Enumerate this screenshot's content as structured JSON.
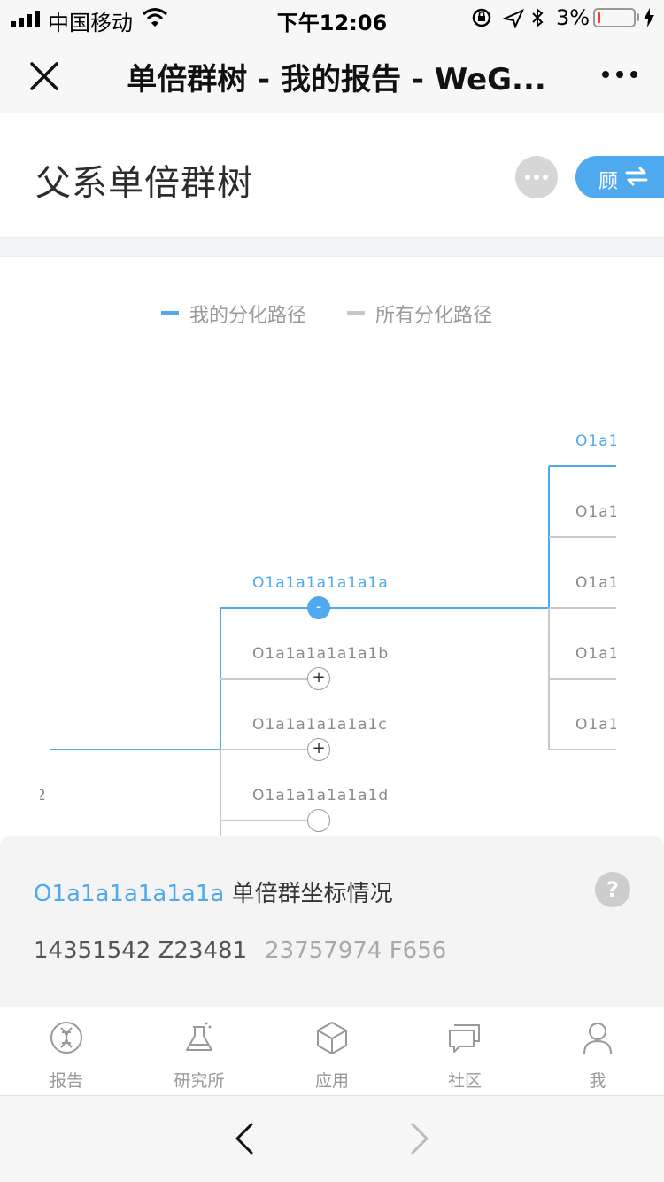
{
  "status_bar": {
    "carrier": "中国移动",
    "time": "下午12:06",
    "battery_percent": "3%",
    "battery_level": 0.03
  },
  "nav": {
    "title": "单倍群树 - 我的报告 - WeG...",
    "close_icon": "close-icon",
    "more_icon": "more-icon"
  },
  "header": {
    "title": "父系单倍群树",
    "advisor_label": "顾"
  },
  "legend": {
    "mine": "我的分化路径",
    "all": "所有分化路径",
    "mine_color": "#4ea9ee",
    "all_color": "#c8c8c8"
  },
  "tree": {
    "nodes": [
      {
        "label": "O1a1a1a1a1a1a",
        "state": "active",
        "button": "-"
      },
      {
        "label": "O1a1a1a1a1a1b",
        "state": "collapsed",
        "button": "+"
      },
      {
        "label": "O1a1a1a1a1a1c",
        "state": "collapsed",
        "button": "+"
      },
      {
        "label": "O1a1a1a1a1a1d",
        "state": "leaf",
        "button": ""
      }
    ],
    "children": [
      {
        "label": "O1a1",
        "active": true
      },
      {
        "label": "O1a1",
        "active": false
      },
      {
        "label": "O1a1",
        "active": false
      },
      {
        "label": "O1a1",
        "active": false
      },
      {
        "label": "O1a1",
        "active": false
      }
    ],
    "left_fragment": "2"
  },
  "info": {
    "code": "O1a1a1a1a1a1a",
    "title_suffix": "单倍群坐标情况",
    "help_label": "?",
    "coord_primary": "14351542 Z23481",
    "coord_secondary": "23757974 F656"
  },
  "tabs": [
    {
      "label": "报告",
      "icon": "dna-icon"
    },
    {
      "label": "研究所",
      "icon": "flask-icon"
    },
    {
      "label": "应用",
      "icon": "cube-icon"
    },
    {
      "label": "社区",
      "icon": "chat-icon"
    },
    {
      "label": "我",
      "icon": "person-icon"
    }
  ],
  "browser": {
    "back_icon": "chevron-left-icon",
    "forward_icon": "chevron-right-icon"
  }
}
